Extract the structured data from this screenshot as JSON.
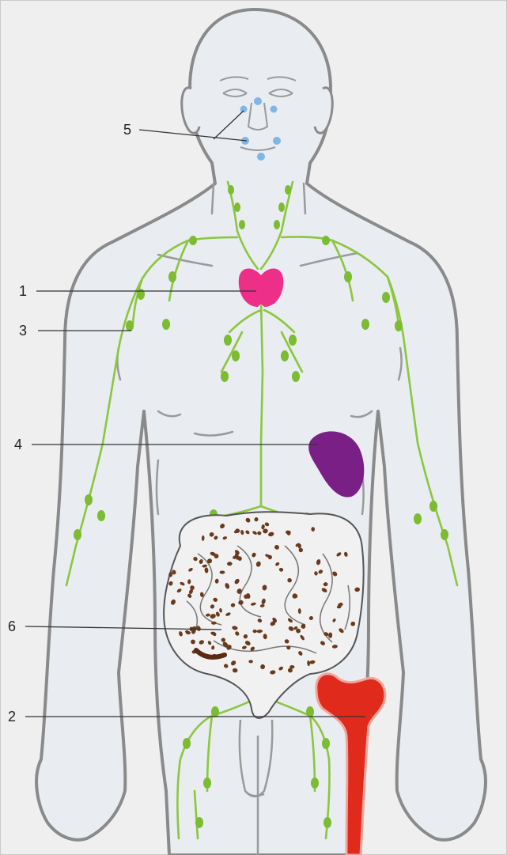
{
  "callouts": {
    "thymus": "1",
    "bone_marrow": "2",
    "lymph_vessels": "3",
    "spleen": "4",
    "tonsils": "5",
    "intestinal_lymphoid_tissue": "6"
  },
  "colors": {
    "background": "#eeeeee",
    "body_fill": "#e9edf2",
    "body_outline": "#858585",
    "lymph_green": "#8cc63f",
    "node_green": "#7dbb32",
    "thymus_pink": "#ee2f8a",
    "spleen_purple": "#7a1f86",
    "bone_red": "#e02a1c",
    "tonsil_blue": "#7fb6e6",
    "intestine_spots": "#6b3a1c"
  }
}
